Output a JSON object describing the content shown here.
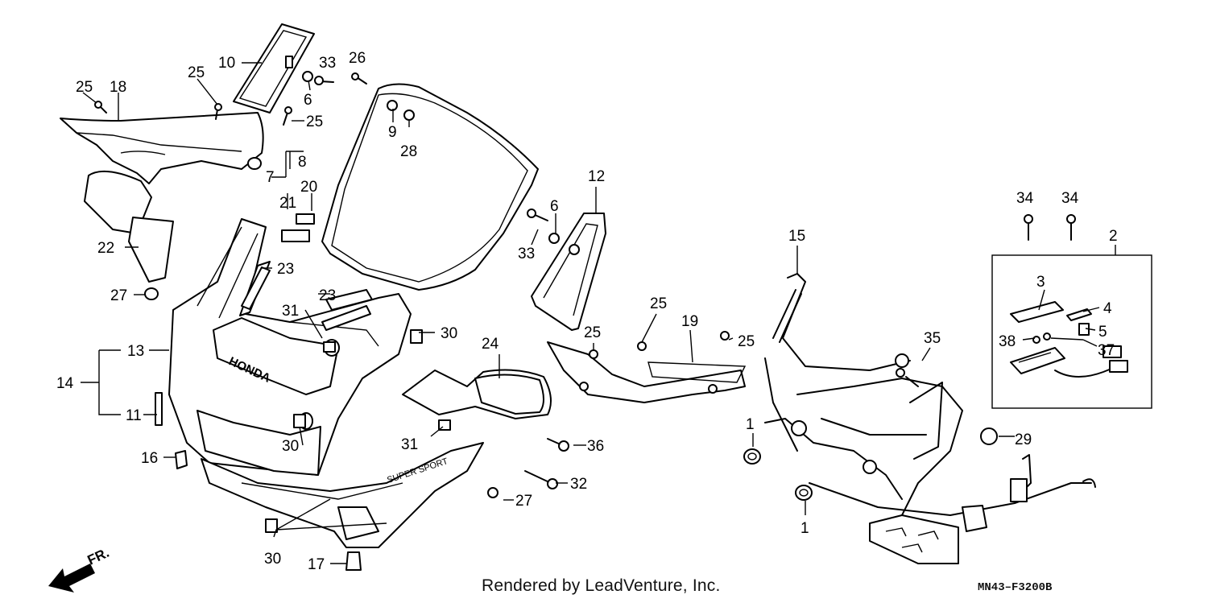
{
  "labels": {
    "l1a": "1",
    "l1b": "1",
    "l2": "2",
    "l3": "3",
    "l4": "4",
    "l5": "5",
    "l6a": "6",
    "l6b": "6",
    "l7": "7",
    "l8": "8",
    "l9": "9",
    "l10": "10",
    "l11": "11",
    "l12": "12",
    "l13": "13",
    "l14": "14",
    "l15": "15",
    "l16": "16",
    "l17": "17",
    "l18": "18",
    "l19": "19",
    "l20": "20",
    "l21": "21",
    "l22": "22",
    "l23a": "23",
    "l23b": "23",
    "l24": "24",
    "l25a": "25",
    "l25b": "25",
    "l25c": "25",
    "l25d": "25",
    "l25e": "25",
    "l25f": "25",
    "l26": "26",
    "l27a": "27",
    "l27b": "27",
    "l28": "28",
    "l29": "29",
    "l30a": "30",
    "l30b": "30",
    "l30c": "30",
    "l31a": "31",
    "l31b": "31",
    "l32": "32",
    "l33a": "33",
    "l33b": "33",
    "l34a": "34",
    "l34b": "34",
    "l35": "35",
    "l36": "36",
    "l37": "37",
    "l38": "38"
  },
  "front_arrow_label": "FR.",
  "fairing_brand": "HONDA",
  "fairing_decal": "SUPER SPORT",
  "credit": "Rendered by LeadVenture, Inc.",
  "diagram_code": "MN43–F3200B"
}
